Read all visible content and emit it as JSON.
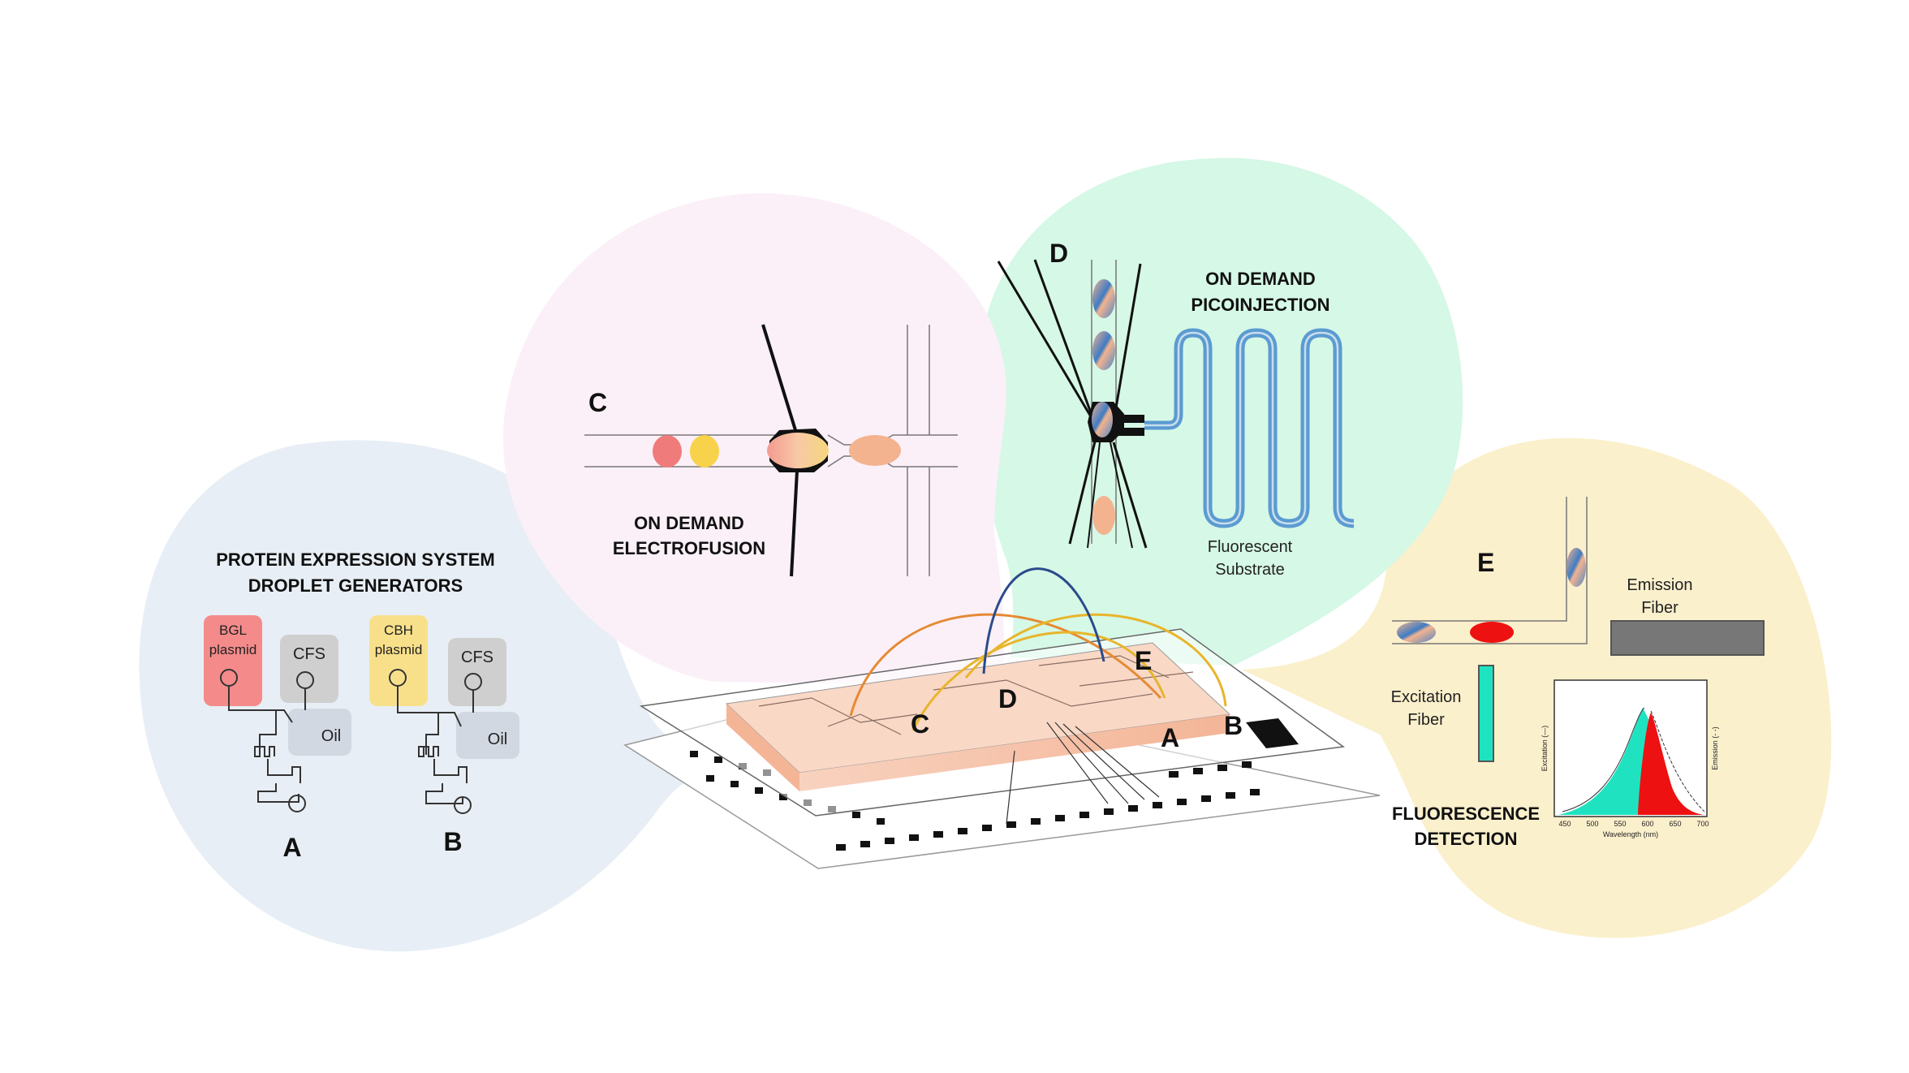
{
  "colors": {
    "panel_blue": "#e8eef5",
    "panel_pink": "#fbf0f8",
    "panel_green": "#d6f8e6",
    "panel_yellow": "#fbf0cc",
    "chip_peach": "#f6c3a8",
    "teal": "#1fe3c0",
    "red": "#ee1111",
    "orange_wire": "#e58a35",
    "yellow_wire": "#e8b52b",
    "blue_wire": "#2b4b8c",
    "serpentine_blue": "#5b9bd1"
  },
  "panel_a_b": {
    "title_line1": "PROTEIN EXPRESSION SYSTEM",
    "title_line2": "DROPLET GENERATORS",
    "generator_a": {
      "plasmid_line1": "BGL",
      "plasmid_line2": "plasmid",
      "cfs": "CFS",
      "oil": "Oil",
      "letter": "A"
    },
    "generator_b": {
      "plasmid_line1": "CBH",
      "plasmid_line2": "plasmid",
      "cfs": "CFS",
      "oil": "Oil",
      "letter": "B"
    }
  },
  "panel_c": {
    "letter": "C",
    "title_line1": "ON DEMAND",
    "title_line2": "ELECTROFUSION"
  },
  "panel_d": {
    "letter": "D",
    "title_line1": "ON DEMAND",
    "title_line2": "PICOINJECTION",
    "substrate_line1": "Fluorescent",
    "substrate_line2": "Substrate"
  },
  "panel_e": {
    "letter": "E",
    "emission_line1": "Emission",
    "emission_line2": "Fiber",
    "excitation_line1": "Excitation",
    "excitation_line2": "Fiber",
    "title_line1": "FLUORESCENCE",
    "title_line2": "DETECTION",
    "spectrum": {
      "xlabel": "Wavelength (nm)",
      "ylabel_left": "Excitation (—)",
      "ylabel_right": "Emission (- -)",
      "ticks": [
        "450",
        "500",
        "550",
        "600",
        "650",
        "700"
      ]
    }
  },
  "chip": {
    "labels": [
      "C",
      "D",
      "E",
      "A",
      "B"
    ]
  }
}
